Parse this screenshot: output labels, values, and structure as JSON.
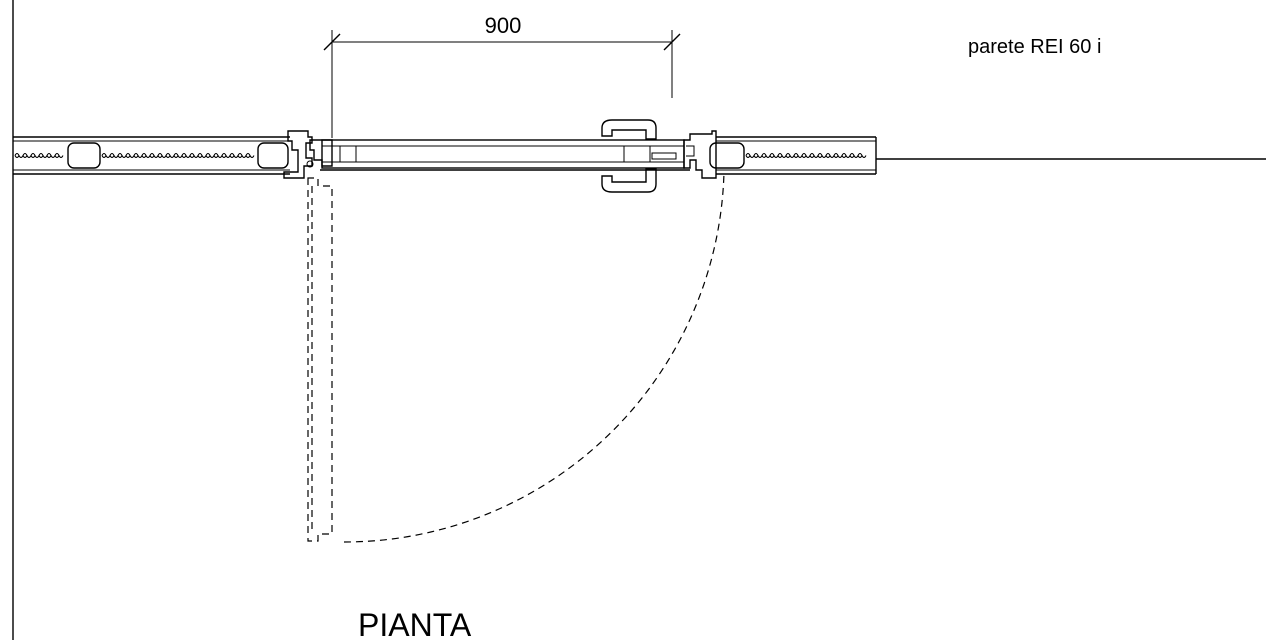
{
  "drawing": {
    "dimension_label": "900",
    "wall_label": "parete REI 60 i",
    "view_title": "PIANTA"
  },
  "colors": {
    "line": "#000000",
    "background": "#ffffff"
  }
}
